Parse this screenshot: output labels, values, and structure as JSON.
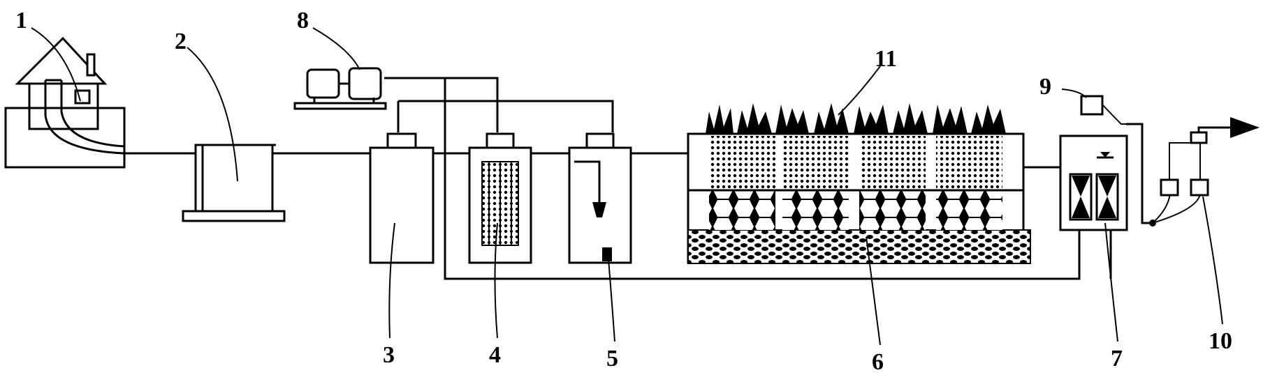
{
  "labels": {
    "n1": "1",
    "n2": "2",
    "n3": "3",
    "n4": "4",
    "n5": "5",
    "n6": "6",
    "n7": "7",
    "n8": "8",
    "n9": "9",
    "n10": "10",
    "n11": "11"
  }
}
